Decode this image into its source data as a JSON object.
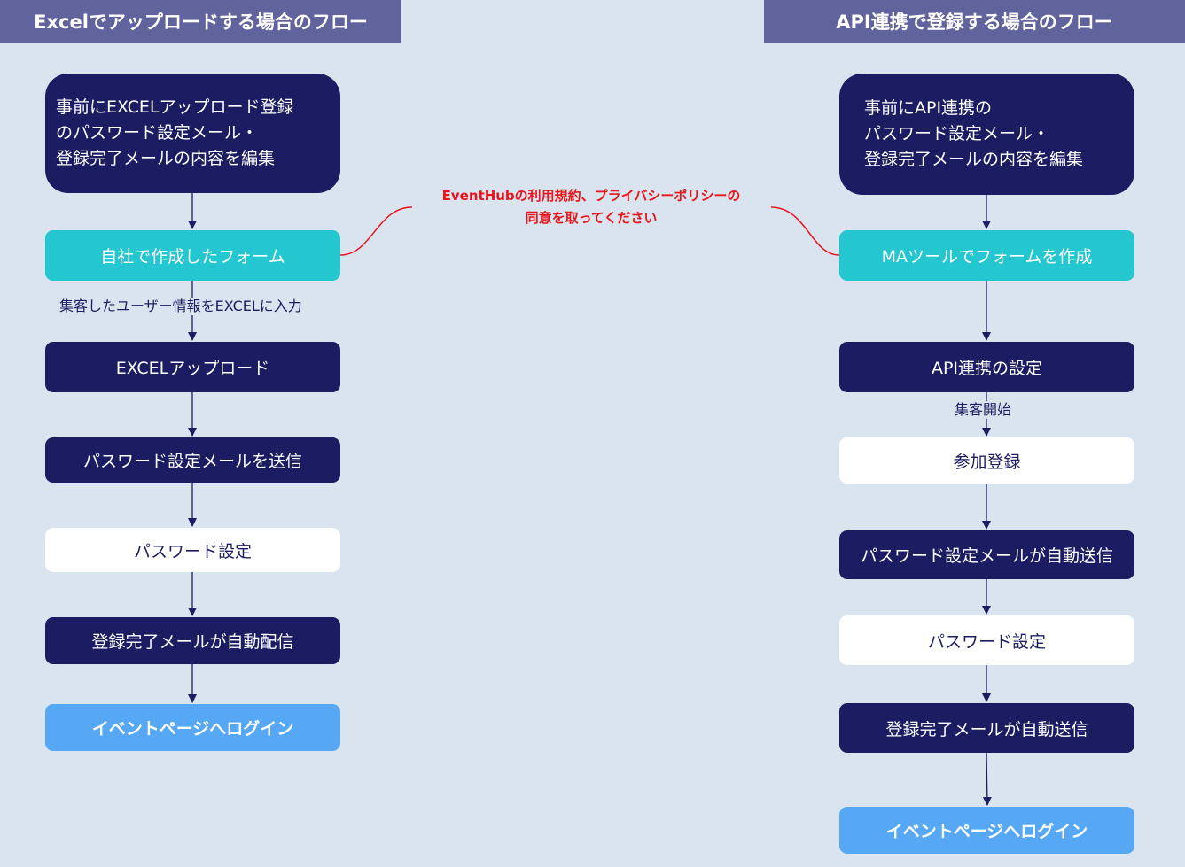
{
  "left": {
    "header": "Excelでアップロードする場合のフロー",
    "intro_lines": [
      "事前にEXCELアップロード登録",
      "のパスワード設定メール・",
      "登録完了メールの内容を編集"
    ],
    "form": "自社で作成したフォーム",
    "edge_label": "集客したユーザー情報をEXCELに入力",
    "upload": "EXCELアップロード",
    "send_password_mail": "パスワード設定メールを送信",
    "password_setting": "パスワード設定",
    "complete_mail": "登録完了メールが自動配信",
    "login": "イベントページへログイン"
  },
  "right": {
    "header": "API連携で登録する場合のフロー",
    "intro_lines": [
      "事前にAPI連携の",
      "パスワード設定メール・",
      "登録完了メールの内容を編集"
    ],
    "form": "MAツールでフォームを作成",
    "api_setting": "API連携の設定",
    "edge_label": "集客開始",
    "registration": "参加登録",
    "password_mail_auto": "パスワード設定メールが自動送信",
    "password_setting": "パスワード設定",
    "complete_mail": "登録完了メールが自動送信",
    "login": "イベントページへログイン"
  },
  "note_lines": [
    "EventHubの利用規約、プライバシーポリシーの",
    "同意を取ってください"
  ],
  "colors": {
    "background": "#d9e4ef",
    "header": "#61639d",
    "navy": "#1b1c62",
    "teal": "#24c6cf",
    "white": "#ffffff",
    "blue": "#56a8f5",
    "note_red": "#e8141c"
  }
}
